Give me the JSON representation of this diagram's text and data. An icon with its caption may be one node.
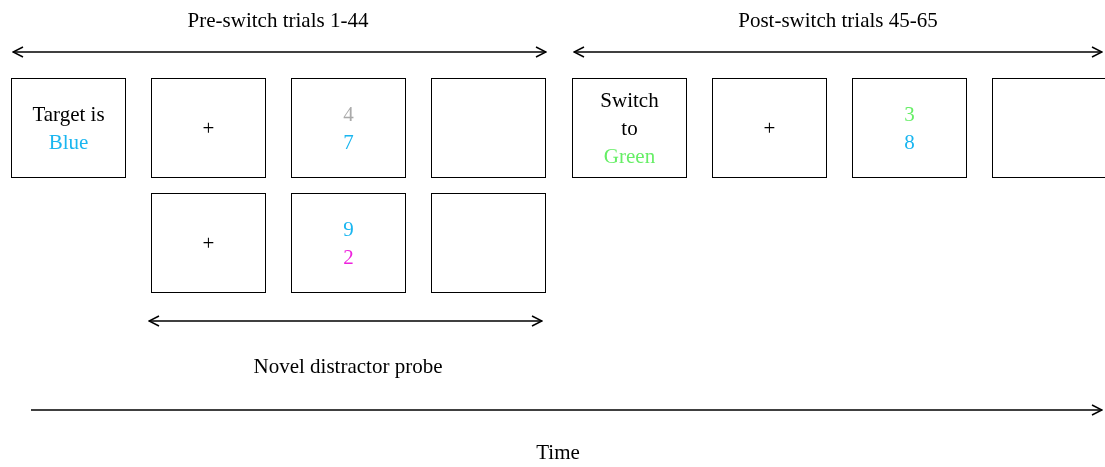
{
  "diagram": {
    "nodes": [
      {
        "text": [
          "Target is",
          "Blue"
        ]
      },
      {
        "text": [
          "+"
        ]
      },
      {
        "text": [
          "4",
          "7"
        ]
      },
      {
        "text": [],
        "shape": "box"
      },
      {
        "text": [
          "Switch to",
          "Green"
        ]
      },
      {
        "text": [
          "+"
        ]
      },
      {
        "text": [
          "3",
          "8"
        ]
      },
      {
        "text": [],
        "shape": "box"
      },
      {
        "text": [
          "+"
        ]
      },
      {
        "text": [
          "9",
          "2"
        ]
      },
      {
        "text": [],
        "shape": "box"
      }
    ],
    "edges": [],
    "labels": [
      "Pre-switch trials 1-44",
      "Post-switch trials 45-65",
      "Novel distractor probe",
      "Time"
    ]
  }
}
